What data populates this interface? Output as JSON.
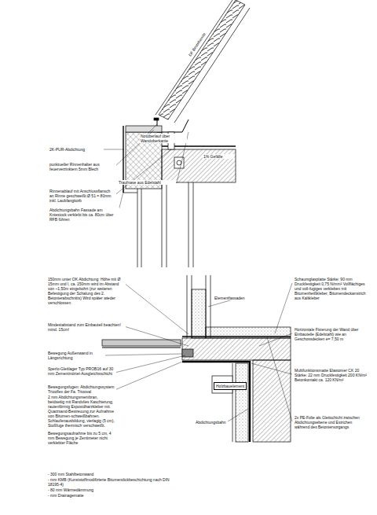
{
  "diagram": {
    "labels": [
      "DF Bestehende",
      "Notüberlauf über Wandoberkante",
      "2K-PUR-Abdichtung",
      "punktueller Rinnenhalter aus feuerverzinktem 5mm Blech",
      "1% Gefälle",
      "Traufnase aus Edelstahl",
      "Rinnenablauf mit Anschlussflansch an Rinne geschweißt Ø 51 = 80mm inkl. Laubfangkorb",
      "Abdichtungsbahn Fassade am Kniestock verklebt bis ca. 80cm über RFB führen",
      "150mm unter OK Abdichtung: Höhe mit Ø 15mm und l, ca. 150mm wird im Abstand von ~1,50m eingebohrt (zur weiteren Befestigung der Schalung des 2. Betonierabschnitts) Wird später wieder verschlossen",
      "Mindestabstand zum Einbauteil beachten! mind. 15cm!",
      "Bewegung Außenwand in Längsrichtung",
      "Sperlo-Gleitlager Typ PROB16 auf 30 mm Zementmörtel-Ausgleichsschicht",
      "Bewegungsfugen: Abdichtungssystem Triooflex der Fa. Triooval",
      "2 mm Abdichtungsmembran, beidseitig mit Randvlies Kaschierung, rautenförmig Expoxidharzkleber mit Quarzsand-Bestreuung zur Aufnahme von Bitumen-schweißbahnen. Schlaufenausbildung, vierlagig (5 cm), Stoßfuge thermisch verschweißt.",
      "Bewegungsaufnahme bis zu 5 cm, 4 mm Bewegung je Zentimeter nicht verklebter Fläche",
      "Elementfassaden",
      "Holzbauelement",
      "Abdichtungsbahn",
      "Schaumglasplatte Stärke: 90 mm Druckfestigkeit 0,75 N/mm² Vollflächiges und voll-fugiges verkleben mit Bitumenheißkleber, Bitumendeckanstrich aus Kaltkleber",
      "Horizontale Fixierung der Wand über Einbauteile (Edelstahl) wie an Geschossdecken e= 7,50 m",
      "Multifunktionsmatte Elastomer CK 20 Stärke: 22 mm Druckfestigkeit 200 KN/m² Betonkontakt ca. 120 KN/m²",
      "2x PE-Folie als Gleitschicht zwischen Abdichtungsebene und Estrichen während des Betoniervorgangs",
      "- 300 mm Stahlbetonwand",
      "- mm KMB (Kunststoffmodifizierte Bitumendickbeschichtung nach DIN 18195-4)",
      "- 80 mm Wärmedämmung",
      "- mm Drainagematte"
    ]
  }
}
